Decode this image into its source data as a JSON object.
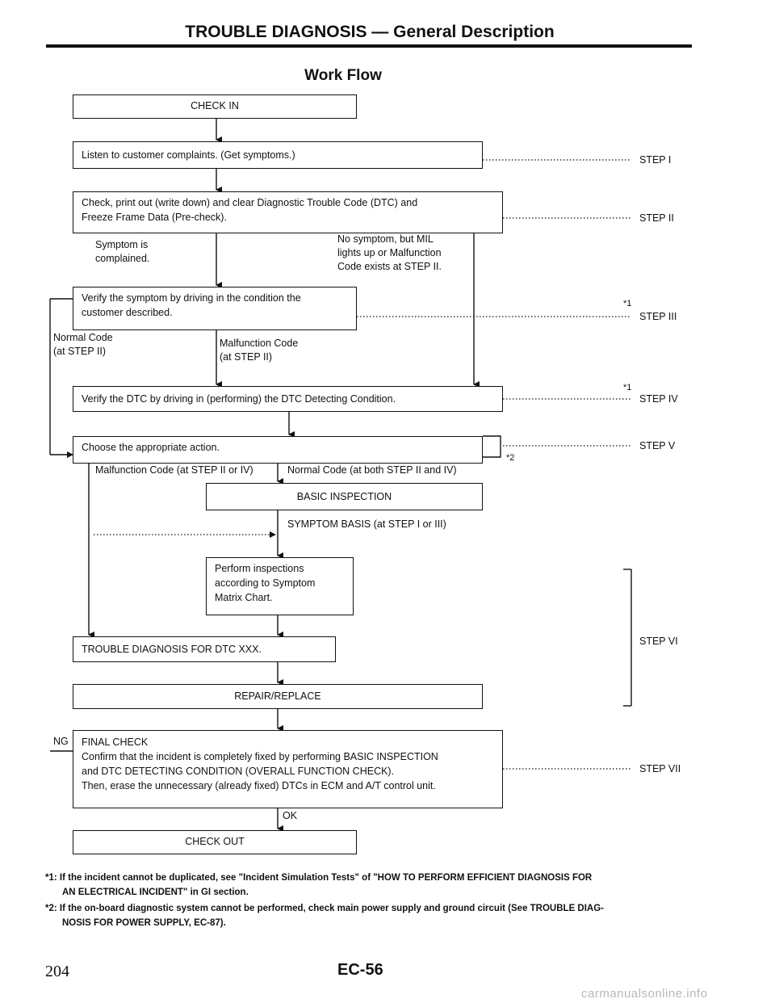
{
  "header": {
    "title": "TROUBLE DIAGNOSIS — General Description",
    "subtitle": "Work Flow"
  },
  "boxes": {
    "check_in": "CHECK IN",
    "listen": "Listen to customer complaints. (Get symptoms.)",
    "check_print_1": "Check, print out (write down) and clear Diagnostic Trouble Code (DTC) and",
    "check_print_2": "Freeze Frame Data (Pre-check).",
    "verify_symptom_1": "Verify the symptom by driving in the condition the",
    "verify_symptom_2": "customer described.",
    "verify_dtc": "Verify the DTC by driving in (performing) the DTC Detecting Condition.",
    "choose": "Choose the appropriate action.",
    "basic_inspection": "BASIC INSPECTION",
    "perform_1": "Perform inspections",
    "perform_2": "according to Symptom",
    "perform_3": "Matrix Chart.",
    "trouble_dtc": "TROUBLE DIAGNOSIS FOR DTC XXX.",
    "repair": "REPAIR/REPLACE",
    "final_1": "FINAL CHECK",
    "final_2": "Confirm that the incident is completely fixed by performing BASIC INSPECTION",
    "final_3": "and DTC DETECTING CONDITION (OVERALL FUNCTION CHECK).",
    "final_4": "Then, erase the unnecessary (already fixed) DTCs in ECM and A/T control unit.",
    "check_out": "CHECK OUT"
  },
  "labels": {
    "symptom_1": "Symptom is",
    "symptom_2": "complained.",
    "nosym_1": "No symptom, but MIL",
    "nosym_2": "lights up or Malfunction",
    "nosym_3": "Code exists at STEP II.",
    "normal_1": "Normal Code",
    "normal_2": "(at STEP II)",
    "malf_1": "Malfunction Code",
    "malf_2": "(at STEP II)",
    "malf_branch": "Malfunction Code (at STEP II or IV)",
    "normal_branch": "Normal Code (at both STEP II and IV)",
    "symptom_basis": "SYMPTOM BASIS (at STEP I or III)",
    "ng": "NG",
    "ok": "OK"
  },
  "steps": {
    "s1": "STEP I",
    "s2": "STEP II",
    "s3": "STEP III",
    "s4": "STEP IV",
    "s5": "STEP V",
    "s6": "STEP VI",
    "s7": "STEP VII"
  },
  "marks": {
    "m1": "*1",
    "m2": "*1",
    "m3": "*2"
  },
  "footnotes": {
    "f1a": "*1: If the incident cannot be duplicated, see \"Incident Simulation Tests\" of \"HOW TO PERFORM EFFICIENT DIAGNOSIS FOR",
    "f1b": "AN ELECTRICAL INCIDENT\" in GI section.",
    "f2a": "*2: If the on-board diagnostic system cannot be performed, check main power supply and ground circuit (See TROUBLE DIAG-",
    "f2b": "NOSIS FOR POWER SUPPLY, EC-87)."
  },
  "footer": {
    "page_number": "204",
    "page_code": "EC-56",
    "watermark": "carmanualsonline.info"
  }
}
